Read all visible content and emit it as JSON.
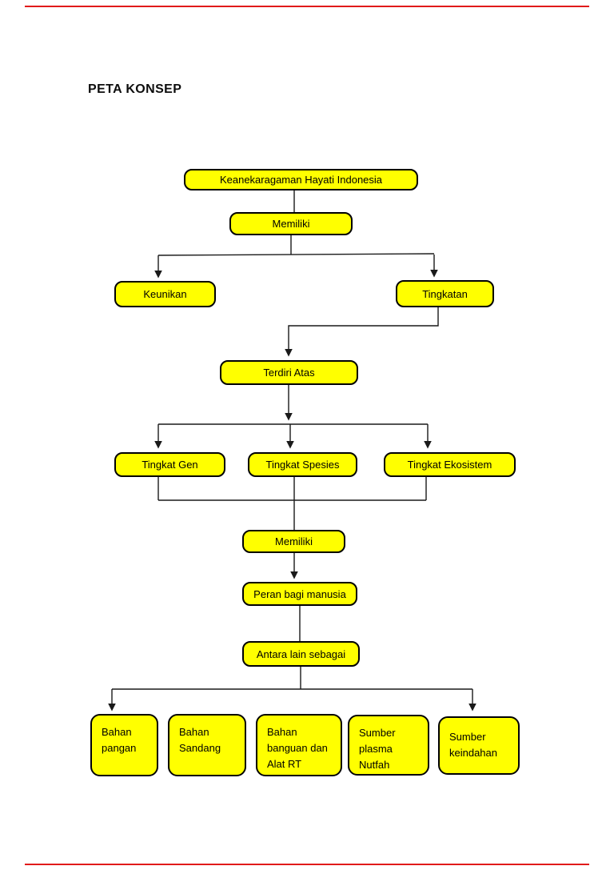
{
  "page": {
    "title": "PETA KONSEP"
  },
  "colors": {
    "node_fill": "#ffff00",
    "node_border": "#000000",
    "connector": "#1a1a1a",
    "page_edge_line": "#e11a1a"
  },
  "diagram": {
    "type": "concept-map",
    "nodes": {
      "root": {
        "label": "Keanekaragaman Hayati Indonesia"
      },
      "memiliki1": {
        "label": "Memiliki"
      },
      "keunikan": {
        "label": "Keunikan"
      },
      "tingkatan": {
        "label": "Tingkatan"
      },
      "terdiri_atas": {
        "label": "Terdiri Atas"
      },
      "tingkat_gen": {
        "label": "Tingkat Gen"
      },
      "tingkat_spesies": {
        "label": "Tingkat Spesies"
      },
      "tingkat_ekosistem": {
        "label": "Tingkat Ekosistem"
      },
      "memiliki2": {
        "label": "Memiliki"
      },
      "peran": {
        "label": "Peran bagi manusia"
      },
      "antara": {
        "label": "Antara lain sebagai"
      },
      "bahan_pangan": {
        "label": "Bahan\npangan"
      },
      "bahan_sandang": {
        "label": "Bahan\nSandang"
      },
      "bahan_bangunan": {
        "label": "Bahan\nbanguan dan\nAlat RT"
      },
      "sumber_plasma": {
        "label": "Sumber\nplasma\nNutfah"
      },
      "sumber_keindahan": {
        "label": "Sumber\nkeindahan"
      }
    },
    "edges": [
      {
        "from": "root",
        "to": "memiliki1"
      },
      {
        "from": "memiliki1",
        "to": "keunikan"
      },
      {
        "from": "memiliki1",
        "to": "tingkatan"
      },
      {
        "from": "tingkatan",
        "to": "terdiri_atas"
      },
      {
        "from": "terdiri_atas",
        "to": "tingkat_gen"
      },
      {
        "from": "terdiri_atas",
        "to": "tingkat_spesies"
      },
      {
        "from": "terdiri_atas",
        "to": "tingkat_ekosistem"
      },
      {
        "from": "tingkat_gen",
        "to": "memiliki2"
      },
      {
        "from": "tingkat_spesies",
        "to": "memiliki2"
      },
      {
        "from": "tingkat_ekosistem",
        "to": "memiliki2"
      },
      {
        "from": "memiliki2",
        "to": "peran"
      },
      {
        "from": "peran",
        "to": "antara"
      },
      {
        "from": "antara",
        "to": "bahan_pangan"
      },
      {
        "from": "antara",
        "to": "bahan_sandang"
      },
      {
        "from": "antara",
        "to": "bahan_bangunan"
      },
      {
        "from": "antara",
        "to": "sumber_plasma"
      },
      {
        "from": "antara",
        "to": "sumber_keindahan"
      }
    ]
  }
}
